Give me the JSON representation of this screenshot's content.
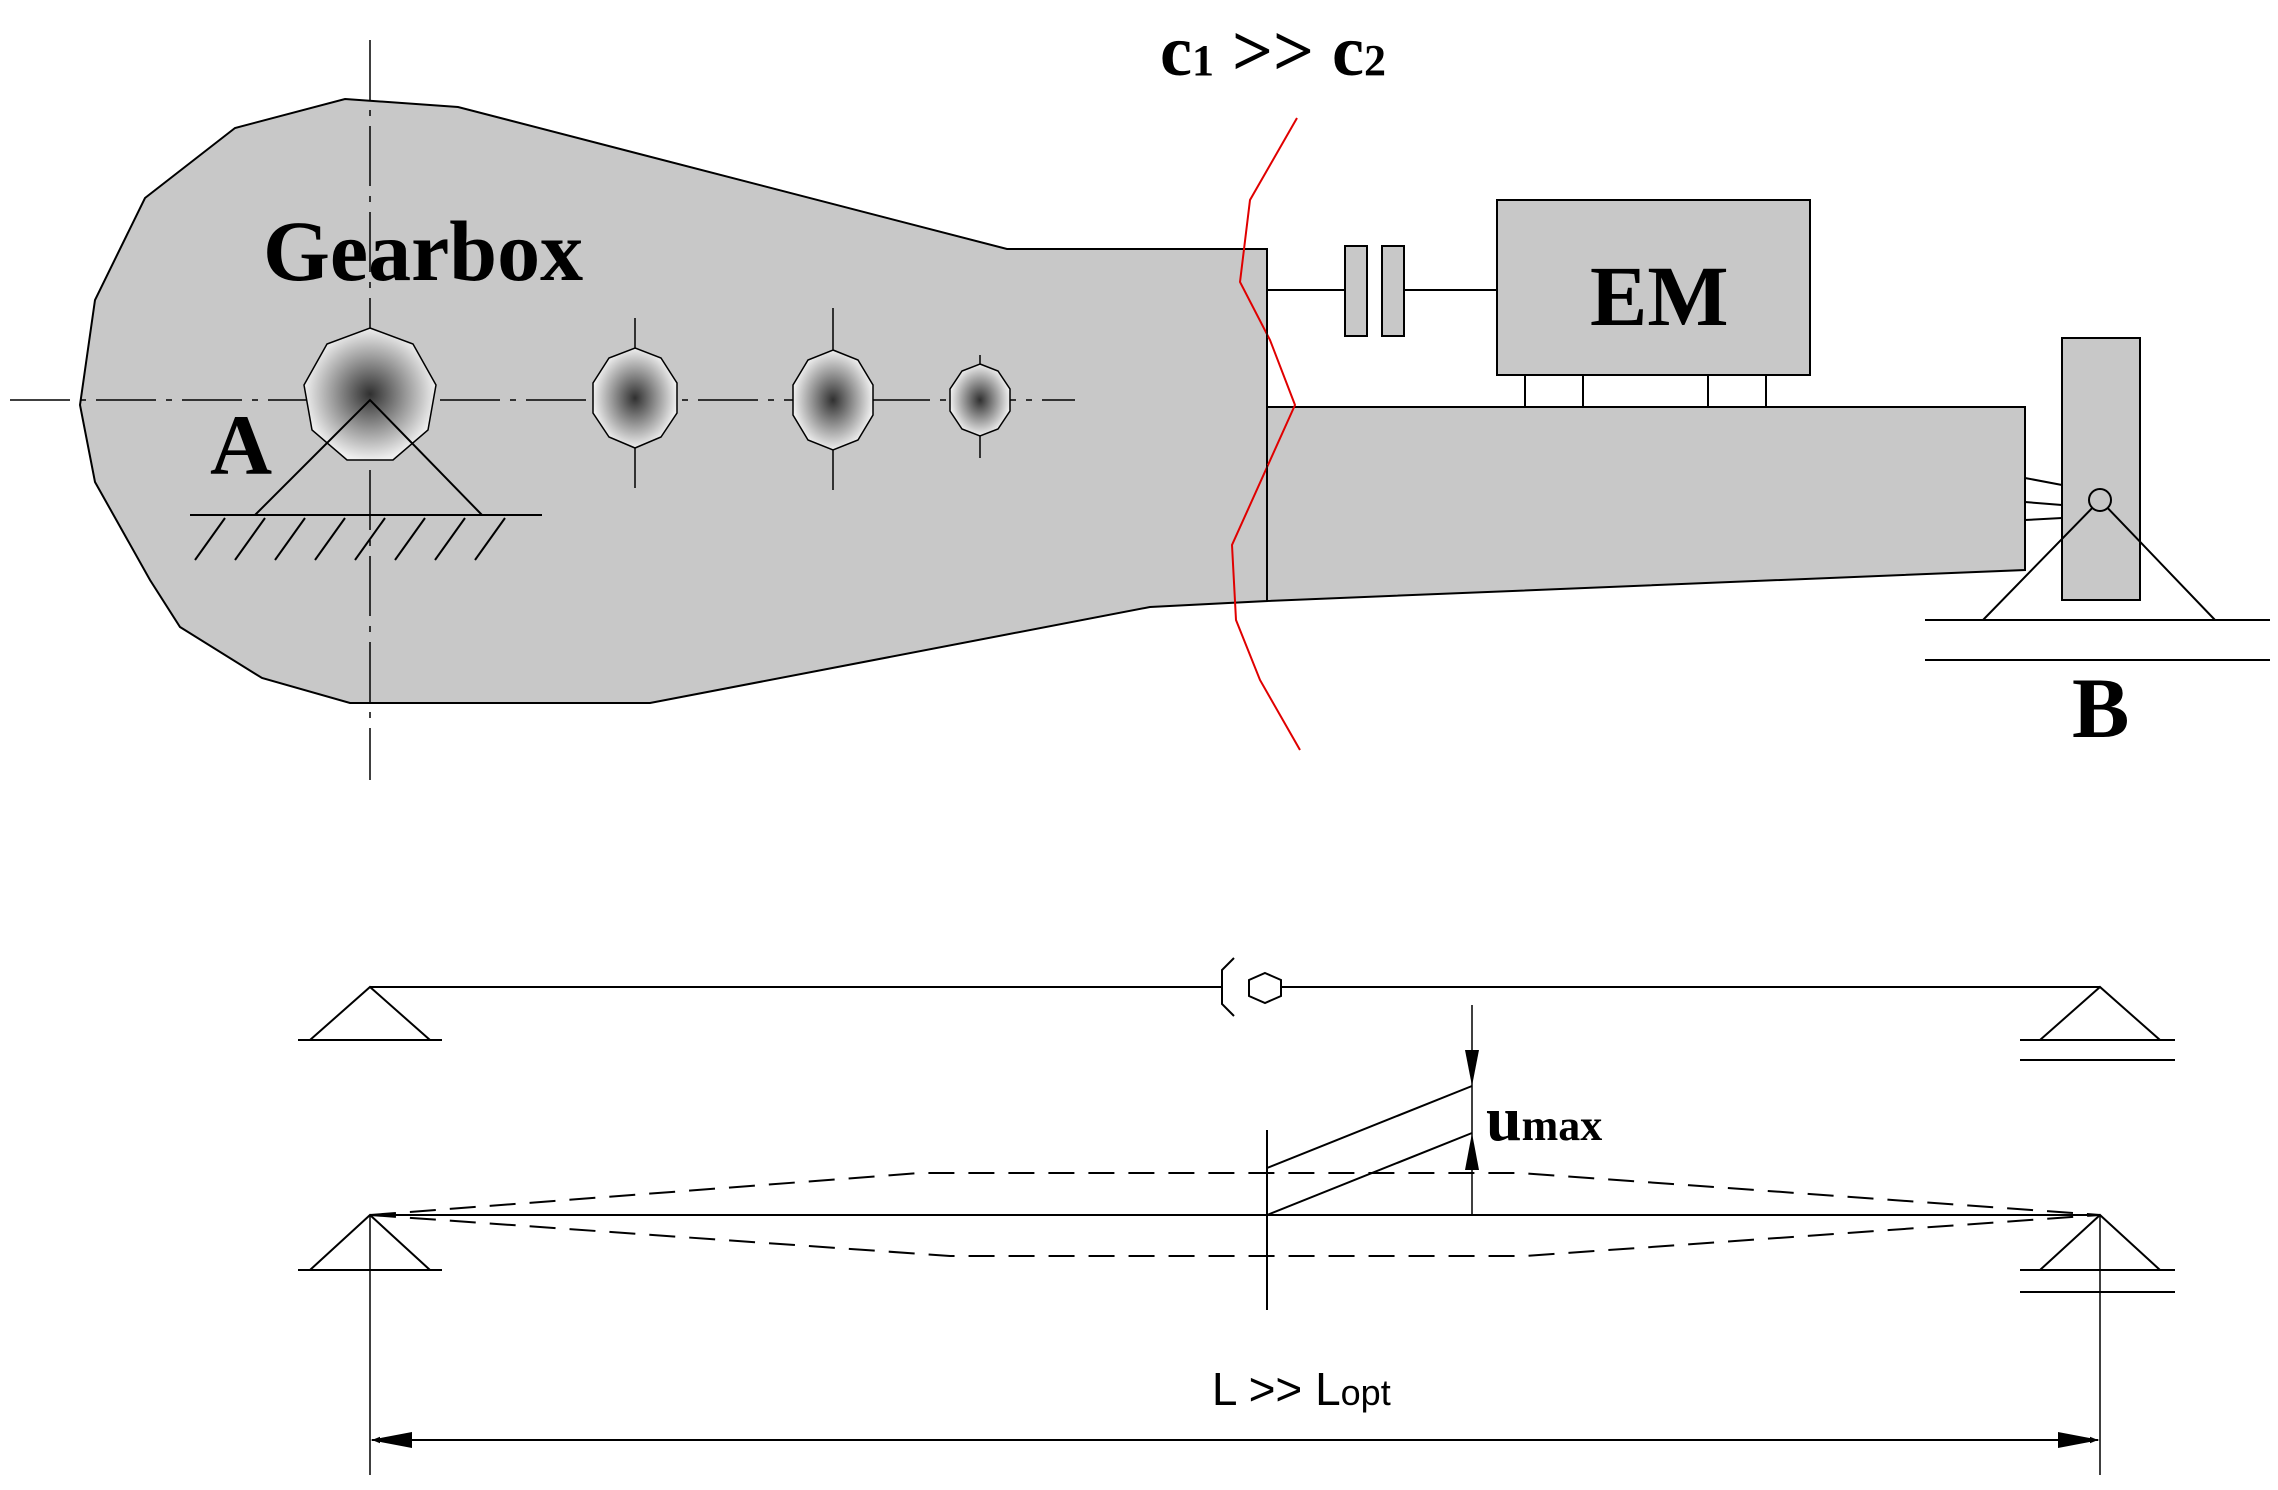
{
  "labels": {
    "gearbox": "Gearbox",
    "support_a": "A",
    "support_b": "B",
    "motor": "EM",
    "stiffness_c1": "c",
    "stiffness_c1_sub": "1",
    "stiffness_relation": " >> ",
    "stiffness_c2": "c",
    "stiffness_c2_sub": "2",
    "deflection": "u",
    "deflection_sub": "max",
    "length": "L >> L",
    "length_sub": "opt"
  },
  "colors": {
    "housing_fill": "#c8c8c8",
    "line": "#000000",
    "split_line": "#e00000",
    "background": "#ffffff"
  }
}
